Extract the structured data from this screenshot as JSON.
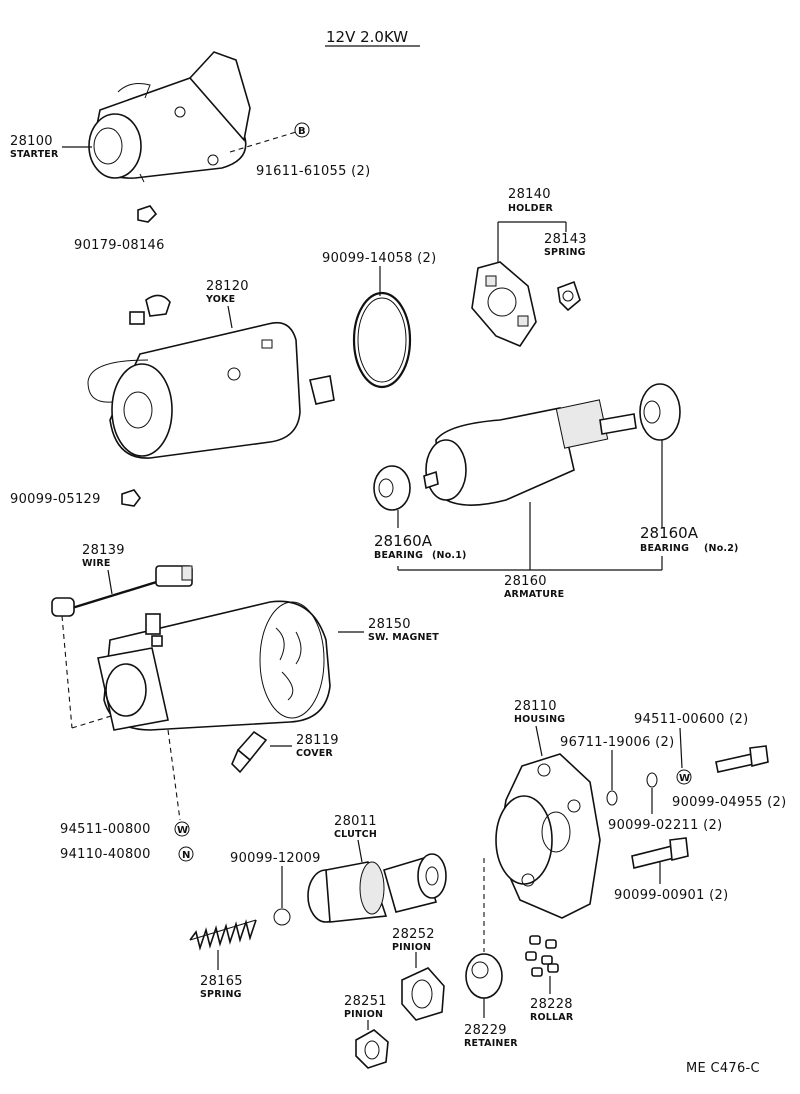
{
  "title": "12V 2.0KW",
  "figure_code": "ME C476-C",
  "parts": {
    "starter": {
      "number": "28100",
      "name": "STARTER"
    },
    "bolt_starter": {
      "number": "91611-61055 (2)"
    },
    "nut_90179": {
      "number": "90179-08146"
    },
    "holder": {
      "number": "28140",
      "name": "HOLDER"
    },
    "spring_28143": {
      "number": "28143",
      "name": "SPRING"
    },
    "oring": {
      "number": "90099-14058 (2)"
    },
    "yoke": {
      "number": "28120",
      "name": "YOKE"
    },
    "nut_05129": {
      "number": "90099-05129"
    },
    "bearing_no1": {
      "number": "28160A",
      "name": "BEARING",
      "suffix": "(No.1)"
    },
    "bearing_no2": {
      "number": "28160A",
      "name": "BEARING",
      "suffix": "(No.2)"
    },
    "armature": {
      "number": "28160",
      "name": "ARMATURE"
    },
    "wire": {
      "number": "28139",
      "name": "WIRE"
    },
    "sw_magnet": {
      "number": "28150",
      "name": "SW. MAGNET"
    },
    "cover": {
      "number": "28119",
      "name": "COVER"
    },
    "washer_94511_00800": {
      "number": "94511-00800",
      "marker": "W"
    },
    "nut_94110": {
      "number": "94110-40800",
      "marker": "N"
    },
    "housing": {
      "number": "28110",
      "name": "HOUSING"
    },
    "washer_94511_00600": {
      "number": "94511-00600 (2)",
      "marker": "W"
    },
    "ring_96711": {
      "number": "96711-19006 (2)"
    },
    "bolt_04955": {
      "number": "90099-04955 (2)"
    },
    "washer_02211": {
      "number": "90099-02211 (2)"
    },
    "bolt_00901": {
      "number": "90099-00901 (2)"
    },
    "clutch": {
      "number": "28011",
      "name": "CLUTCH"
    },
    "ball_12009": {
      "number": "90099-12009"
    },
    "spring_28165": {
      "number": "28165",
      "name": "SPRING"
    },
    "pinion_28252": {
      "number": "28252",
      "name": "PINION"
    },
    "pinion_28251": {
      "number": "28251",
      "name": "PINION"
    },
    "retainer": {
      "number": "28229",
      "name": "RETAINER"
    },
    "rollar": {
      "number": "28228",
      "name": "ROLLAR"
    }
  },
  "markers": {
    "b": "B"
  }
}
